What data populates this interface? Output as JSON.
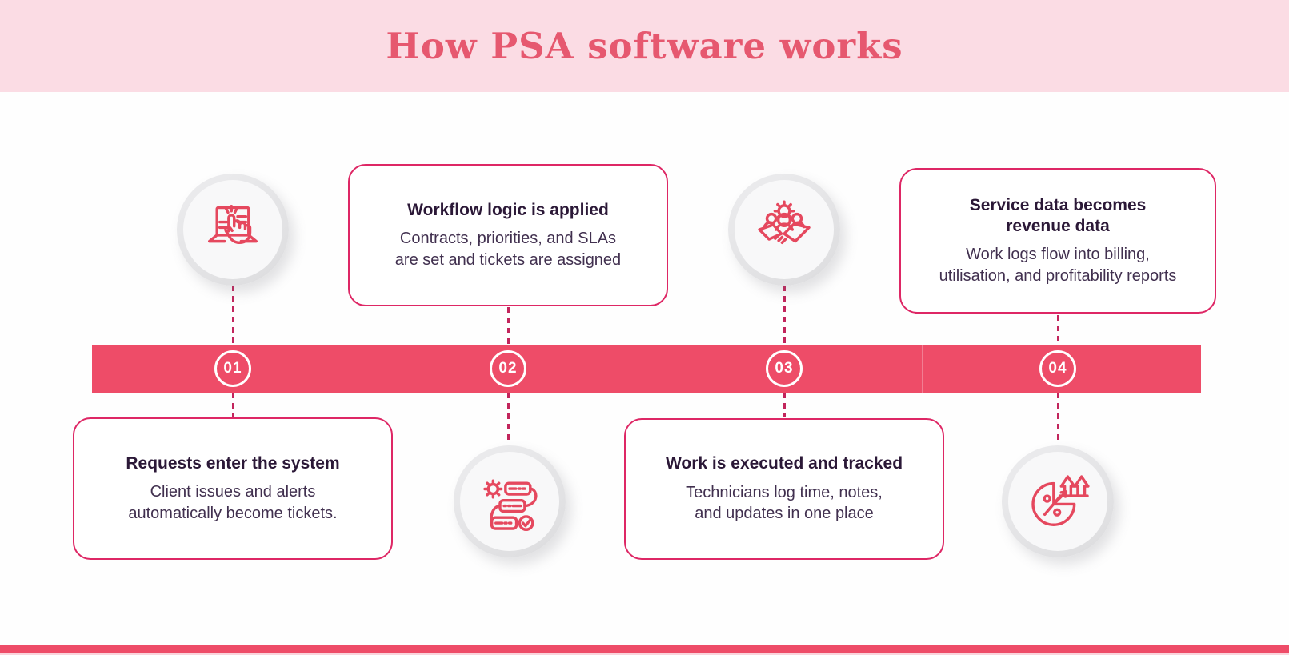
{
  "header": {
    "title": "How PSA software works"
  },
  "steps": [
    {
      "number": "01",
      "icon": "screen-click-icon",
      "title": "Requests enter the system",
      "description": "Client issues and alerts\nautomatically become tickets."
    },
    {
      "number": "02",
      "icon": "workflow-icon",
      "title": "Workflow logic is applied",
      "description": "Contracts, priorities, and SLAs\nare set and tickets are assigned"
    },
    {
      "number": "03",
      "icon": "team-collaboration-icon",
      "title": "Work is executed and tracked",
      "description": "Technicians log time, notes,\nand updates in one place"
    },
    {
      "number": "04",
      "icon": "revenue-growth-icon",
      "title": "Service data becomes\nrevenue data",
      "description": "Work logs flow into billing,\nutilisation, and profitability reports"
    }
  ],
  "colors": {
    "header_bg": "#FBDCE4",
    "title_text": "#E6586F",
    "timeline_bar": "#EE4C68",
    "card_border": "#DE2765",
    "card_title_text": "#2B1837",
    "card_body_text": "#41304F",
    "dashed_connector": "#C2255C",
    "icon_stroke": "#E5485E",
    "footer_strip": "#EE4C68",
    "footer_under": "#FAD4DC"
  }
}
